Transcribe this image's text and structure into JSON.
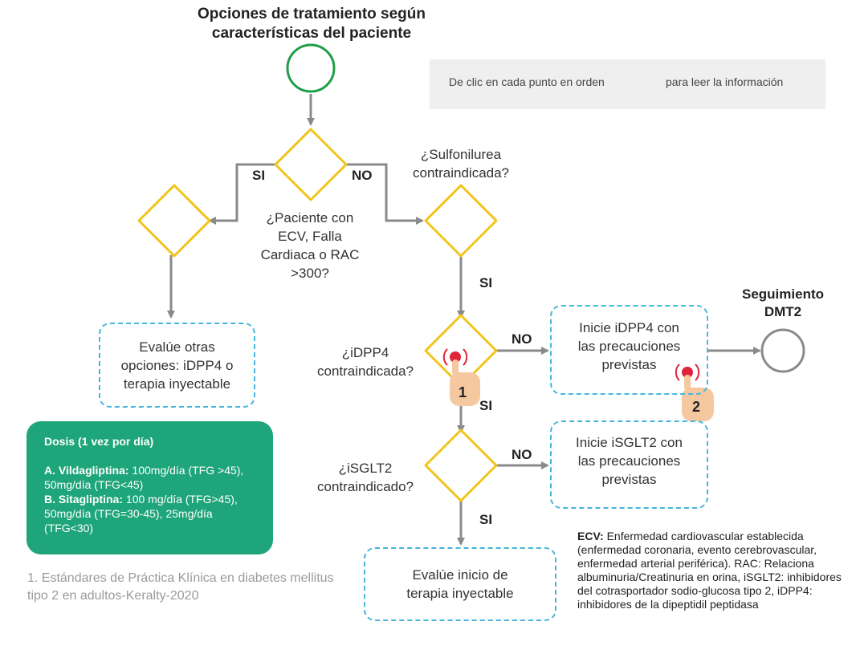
{
  "title": {
    "line1": "Opciones de tratamiento según",
    "line2": "características del paciente"
  },
  "hint": {
    "before": "De clic en cada punto en orden",
    "after": "para leer la información",
    "icon": "tap-hand-icon"
  },
  "labels": {
    "si_left": "SI",
    "no_top": "NO",
    "si_sulfo": "SI",
    "no_idpp4": "NO",
    "si_idpp4": "SI",
    "no_isglt2": "NO",
    "si_isglt2": "SI"
  },
  "questions": {
    "ecv": [
      "¿Paciente con",
      "ECV, Falla",
      "Cardiaca o RAC",
      ">300?"
    ],
    "sulfo": [
      "¿Sulfonilurea",
      "contraindicada?"
    ],
    "idpp4": [
      "¿iDPP4",
      "contraindicada?"
    ],
    "isglt2": [
      "¿iSGLT2",
      "contraindicado?"
    ]
  },
  "boxes": {
    "evalue_otras": [
      "Evalúe otras",
      "opciones: iDPP4 o",
      "terapia inyectable"
    ],
    "inicie_idpp4": [
      "Inicie iDPP4 con",
      "las precauciones",
      "previstas"
    ],
    "inicie_isglt2": [
      "Inicie iSGLT2 con",
      "las precauciones",
      "previstas"
    ],
    "evalue_inicio": [
      "Evalúe inicio de",
      "terapia inyectable"
    ]
  },
  "end_label": [
    "Seguimiento",
    "DMT2"
  ],
  "hotspots": [
    {
      "number": "1",
      "icon": "tap-hand-icon"
    },
    {
      "number": "2",
      "icon": "tap-hand-icon"
    }
  ],
  "dose": {
    "title": "Dosis (1 vez por día)",
    "a_label": "A.",
    "a_name": "Vildagliptina:",
    "a_text": "100mg/día (TFG >45), 50mg/día (TFG<45)",
    "b_label": "B.",
    "b_name": "Sitagliptina:",
    "b_text": "100 mg/día (TFG>45), 50mg/día (TFG=30-45), 25mg/día (TFG<30)"
  },
  "reference": "1. Estándares de Práctica Klínica en diabetes mellitus tipo 2 en adultos-Keralty-2020",
  "legend": {
    "term": "ECV:",
    "text": "Enfermedad cardiovascular establecida (enfermedad coronaria, evento cerebrovascular, enfermedad arterial periférica). RAC: Relaciona albuminuria/Creatinuria en orina, iSGLT2: inhibidores del cotrasportador sodio-glucosa tipo 2, iDPP4: inhibidores de la dipeptidil peptidasa"
  },
  "colors": {
    "start_circle": "#1e9e48",
    "diamond": "#f2c318",
    "connector": "#8a8a8a",
    "dashed_box": "#45b6dd",
    "dose_bg": "#1ea57a",
    "hotspot": "#e0243a",
    "hand": "#f6c8a0"
  }
}
